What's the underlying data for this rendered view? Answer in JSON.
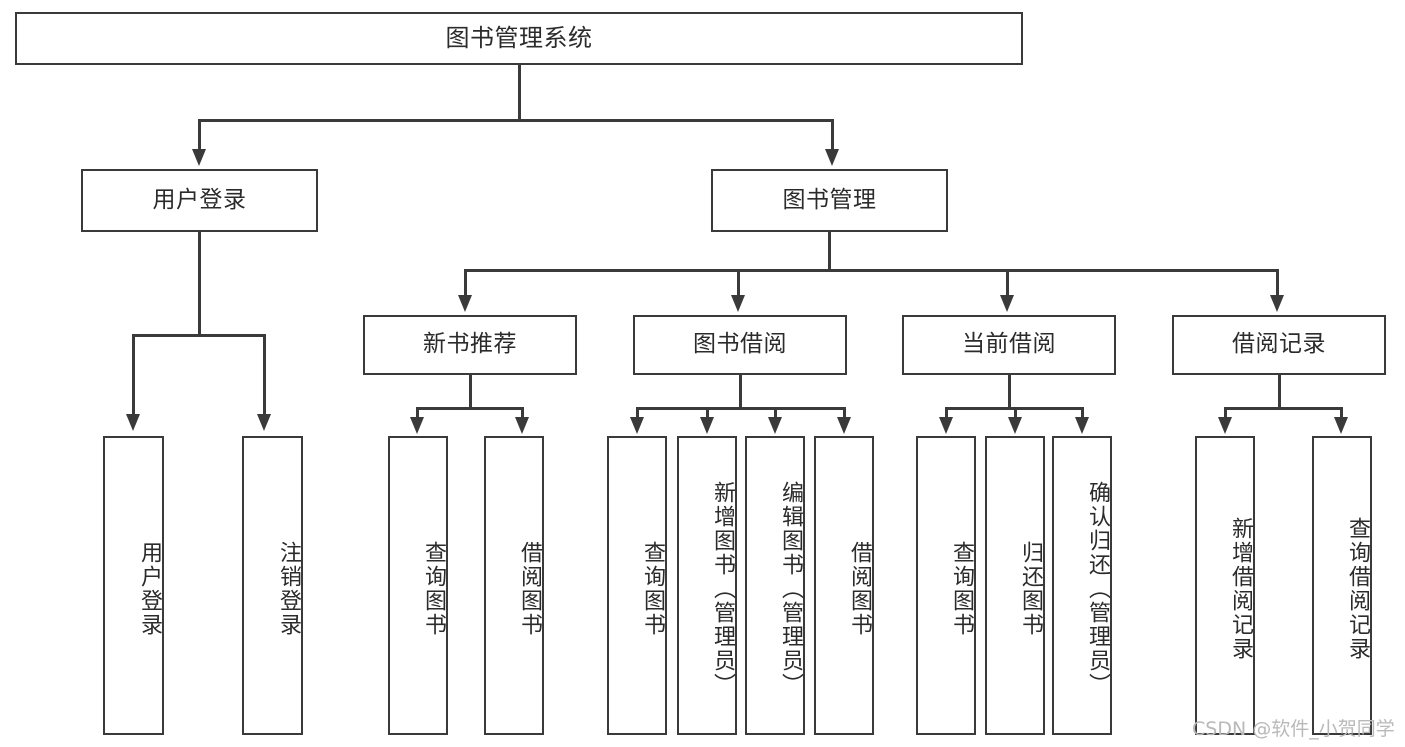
{
  "diagram": {
    "type": "tree-hierarchy",
    "title": "图书管理系统",
    "levels": 4,
    "root": {
      "label": "图书管理系统",
      "children": [
        {
          "label": "用户登录",
          "children": [
            {
              "label": "用户登录"
            },
            {
              "label": "注销登录"
            }
          ]
        },
        {
          "label": "图书管理",
          "children": [
            {
              "label": "新书推荐",
              "children": [
                {
                  "label": "查询图书"
                },
                {
                  "label": "借阅图书"
                }
              ]
            },
            {
              "label": "图书借阅",
              "children": [
                {
                  "label": "查询图书"
                },
                {
                  "label": "新增图书（管理员）"
                },
                {
                  "label": "编辑图书（管理员）"
                },
                {
                  "label": "借阅图书"
                }
              ]
            },
            {
              "label": "当前借阅",
              "children": [
                {
                  "label": "查询图书"
                },
                {
                  "label": "归还图书"
                },
                {
                  "label": "确认归还（管理员）"
                }
              ]
            },
            {
              "label": "借阅记录",
              "children": [
                {
                  "label": "新增借阅记录"
                },
                {
                  "label": "查询借阅记录"
                }
              ]
            }
          ]
        }
      ]
    }
  },
  "nodes": {
    "root": "图书管理系统",
    "l1": {
      "user_login": "用户登录",
      "book_manage": "图书管理"
    },
    "l2": {
      "new_book_rec": "新书推荐",
      "book_borrow": "图书借阅",
      "current_borrow": "当前借阅",
      "borrow_record": "借阅记录"
    },
    "leaves": {
      "user_login_1": "用户登录",
      "user_login_2": "注销登录",
      "new_book_1": "查询图书",
      "new_book_2": "借阅图书",
      "borrow_1": "查询图书",
      "borrow_2": "新增图书（管理员）",
      "borrow_3": "编辑图书（管理员）",
      "borrow_4": "借阅图书",
      "current_1": "查询图书",
      "current_2": "归还图书",
      "current_3": "确认归还（管理员）",
      "record_1": "新增借阅记录",
      "record_2": "查询借阅记录"
    }
  },
  "watermark": {
    "text": "CSDN @软件_小贺同学"
  },
  "colors": {
    "stroke": "#3a3a3a",
    "text": "#2b2b2b",
    "background": "#ffffff",
    "watermark": "#b9b9b9"
  }
}
